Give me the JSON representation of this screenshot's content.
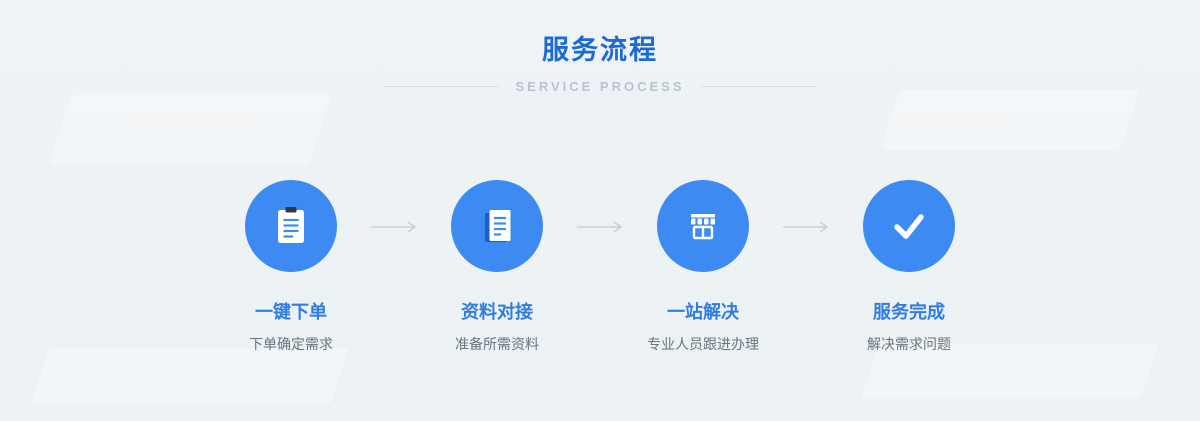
{
  "header": {
    "title": "服务流程",
    "subtitle": "SERVICE  PROCESS"
  },
  "steps": [
    {
      "title": "一键下单",
      "desc": "下单确定需求",
      "icon": "clipboard-icon"
    },
    {
      "title": "资料对接",
      "desc": "准备所需资料",
      "icon": "document-icon"
    },
    {
      "title": "一站解决",
      "desc": "专业人员跟进办理",
      "icon": "storefront-icon"
    },
    {
      "title": "服务完成",
      "desc": "解决需求问题",
      "icon": "checkmark-icon"
    }
  ],
  "colors": {
    "title_blue": "#1b6ad6",
    "step_title_blue": "#2f7de1",
    "circle_blue": "#3d8af2",
    "subtitle_grey": "#b9c3cd",
    "desc_grey": "#69747f",
    "arrow_grey": "#c6ced6",
    "background": "#edf2f5"
  }
}
